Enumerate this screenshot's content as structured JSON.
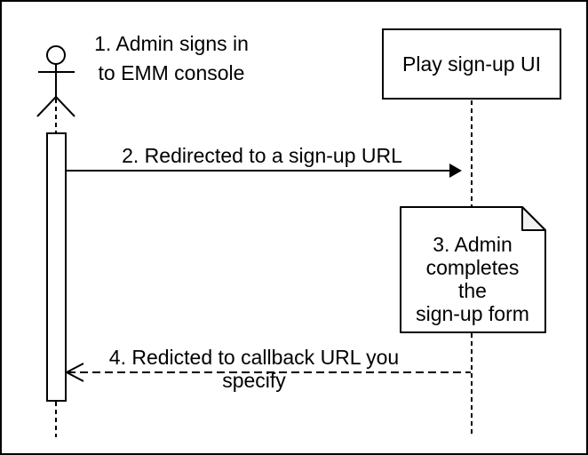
{
  "diagram": {
    "type": "sequence-diagram",
    "participant": {
      "label": "Play sign-up UI"
    },
    "steps": {
      "step1": "1. Admin signs in\nto EMM console",
      "step2": "2. Redirected to a sign-up URL",
      "step3": "3. Admin\ncompletes the\nsign-up form",
      "step4": "4. Redicted to callback URL you specify"
    },
    "colors": {
      "stroke": "#000000",
      "fill": "#ffffff",
      "note_fold": "#f2f2f2"
    }
  }
}
